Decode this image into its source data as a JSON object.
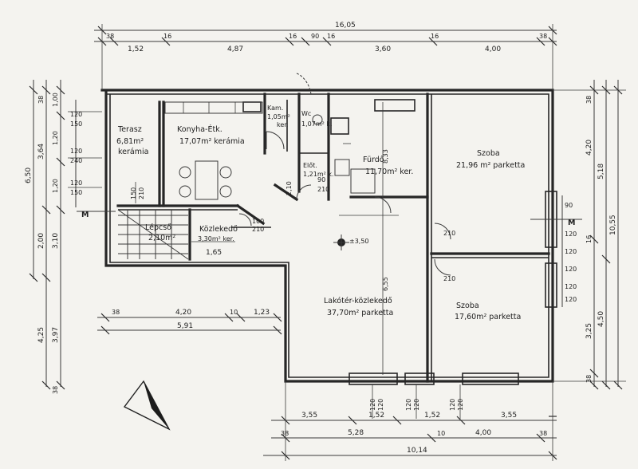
{
  "rooms": {
    "terasz": {
      "name": "Terasz",
      "area": "6,81m²",
      "floor": "kerámia"
    },
    "konyha": {
      "name": "Konyha-Étk.",
      "area": "17,07m² kerámia"
    },
    "kamra": {
      "name": "Kam.",
      "area": "1,05m²",
      "floor": "ker."
    },
    "wc": {
      "name": "Wc",
      "area": "1,07m² k."
    },
    "furdo": {
      "name": "Fürdő",
      "area": "11,70m² ker."
    },
    "szoba1": {
      "name": "Szoba",
      "area": "21,96 m² parketta"
    },
    "eloter": {
      "name": "Előt.",
      "area": "1,21m² k."
    },
    "lepcso": {
      "name": "Lépcső",
      "area": "2,10m²"
    },
    "kozlekedo": {
      "name": "Közlekedő",
      "area": "3,30m² ker."
    },
    "lakoter": {
      "name": "Lakótér-közlekedő",
      "area": "37,70m² parketta"
    },
    "szoba2": {
      "name": "Szoba",
      "area": "17,60m² parketta"
    }
  },
  "marks": {
    "elevation": "±3,50",
    "section_a": "M",
    "section_b": "M"
  },
  "dims": {
    "top_total": "16,05",
    "top": [
      "38",
      "1,52",
      "16",
      "4,87",
      "16",
      "90",
      "16",
      "3,60",
      "16",
      "4,00",
      "38"
    ],
    "bottom_total": "10,14",
    "bottom_mid": [
      "38",
      "5,28",
      "10",
      "4,00",
      "38"
    ],
    "bottom_upper": [
      "3,55",
      "1,52",
      "1,52",
      "3,55"
    ],
    "inner_left": [
      "38",
      "4,20",
      "10",
      "1,23"
    ],
    "inner_left_total": "5,91",
    "left_total": "6,50",
    "left_a": [
      "38",
      "3,64",
      "2,00",
      "3,10",
      "4,25"
    ],
    "left_b": [
      "1,00",
      "1,20",
      "1,20",
      "3,97",
      "38"
    ],
    "left_windows": [
      "120",
      "150",
      "120",
      "240",
      "120",
      "150"
    ],
    "right_total": "10,55",
    "right_a": [
      "38",
      "4,20",
      "16",
      "3,25",
      "38"
    ],
    "right_b": [
      "5,18",
      "4,50"
    ],
    "right_windows": [
      "90",
      "120",
      "120",
      "120",
      "120",
      "120"
    ],
    "bottom_windows": [
      "120",
      "120",
      "120",
      "120",
      "120",
      "120"
    ],
    "room_small": [
      "150",
      "210",
      "100",
      "210",
      "8,33",
      "210",
      "210",
      "2,10",
      "6,55",
      "1,65",
      "90",
      "210"
    ]
  }
}
